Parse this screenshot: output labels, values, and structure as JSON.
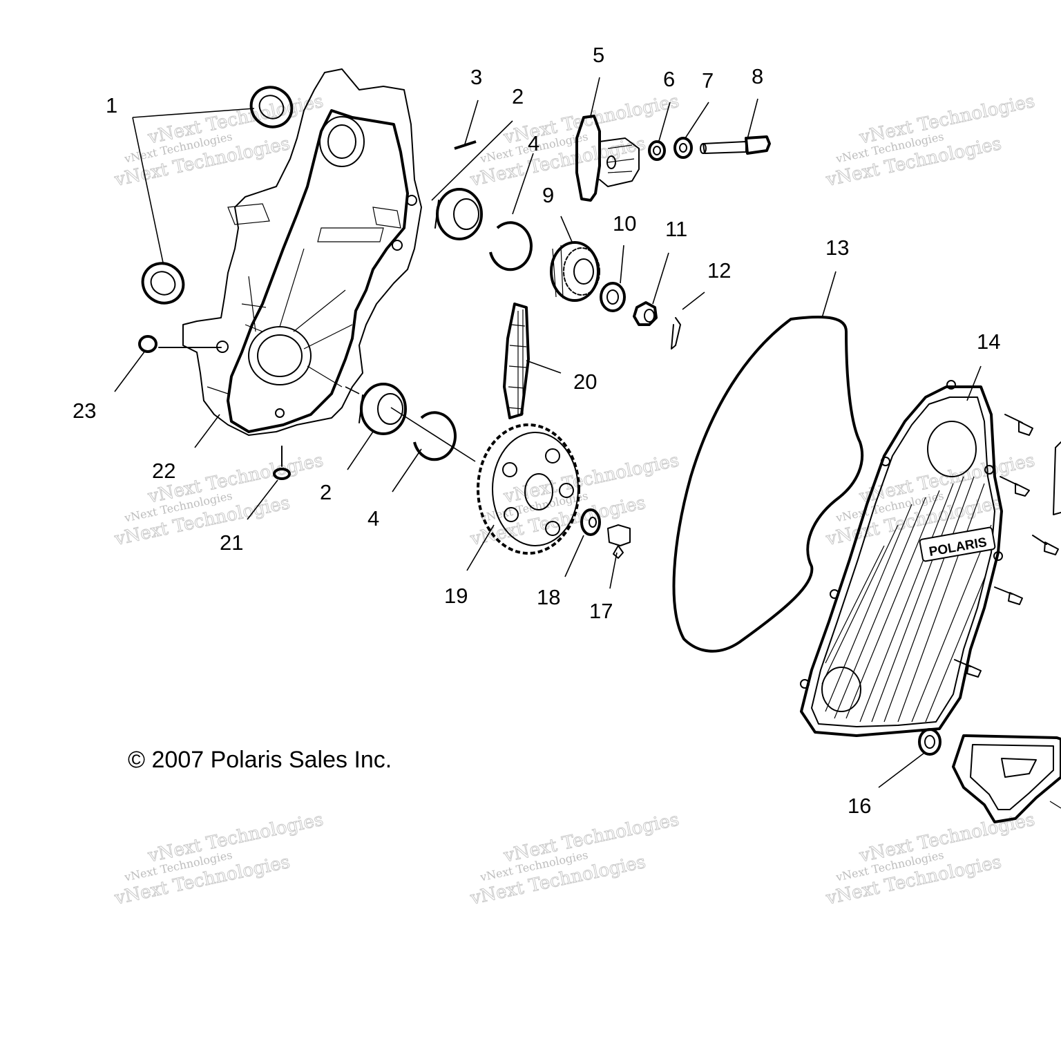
{
  "diagram": {
    "copyright": "© 2007 Polaris Sales Inc.",
    "brand_badge": "POLARIS",
    "watermark_small": "vNext Technologies",
    "watermark_large": "vNext Technologies",
    "callouts": [
      "1",
      "2",
      "2",
      "3",
      "4",
      "4",
      "5",
      "6",
      "7",
      "8",
      "9",
      "10",
      "11",
      "12",
      "13",
      "14",
      "16",
      "17",
      "18",
      "19",
      "20",
      "21",
      "22",
      "23"
    ]
  }
}
